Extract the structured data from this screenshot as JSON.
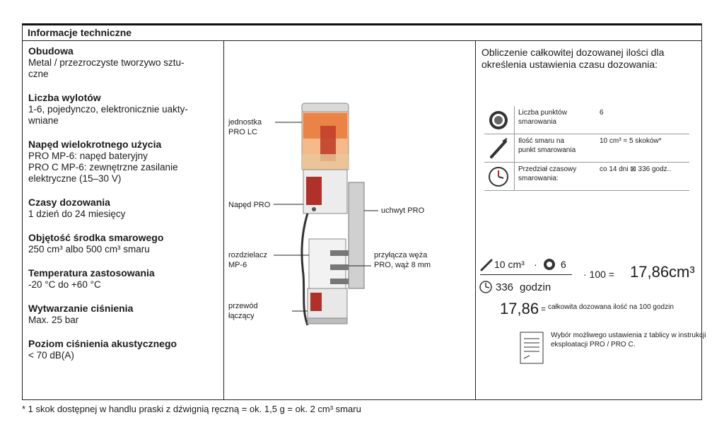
{
  "header": {
    "title": "Informacje techniczne"
  },
  "specs": [
    {
      "title": "Obudowa",
      "value": "Metal / przezroczyste tworzywo sztu-\nczne"
    },
    {
      "title": "Liczba wylotów",
      "value": "1-6, pojedynczo, elektronicznie uakty-\nwniane"
    },
    {
      "title": "Napęd wielokrotnego użycia",
      "value": "PRO MP-6: napęd bateryjny\nPRO C MP-6:  zewnętrzne zasilanie\nelektryczne (15–30 V)"
    },
    {
      "title": "Czasy dozowania",
      "value": "1 dzień do 24 miesięcy"
    },
    {
      "title": "Objętość środka smarowego",
      "value": "250 cm³ albo 500 cm³ smaru"
    },
    {
      "title": "Temperatura zastosowania",
      "value": "-20 °C do +60 °C"
    },
    {
      "title": "Wytwarzanie ciśnienia",
      "value": "Max. 25 bar"
    },
    {
      "title": "Poziom ciśnienia akustycznego",
      "value": " < 70 dB(A)"
    }
  ],
  "diagram": {
    "labels": {
      "unit": "jednostka\nPRO LC",
      "drive": "Napęd PRO",
      "holder": "uchwyt PRO",
      "distributor": "rozdzielacz\nMP-6",
      "connectors": "przyłącza węża\nPRO, wąż 8 mm",
      "cable": "przewód\nłączący"
    }
  },
  "calculation": {
    "title": "Obliczenie całkowitej dozowanej ilości dla\nokreślenia ustawienia czasu dozowania:",
    "rows": [
      {
        "icon": "gear-ring-icon",
        "key": "Liczba punktów\nsmarowania",
        "value": "6"
      },
      {
        "icon": "grease-gun-icon",
        "key": "Ilość smaru na\npunkt smarowania",
        "value": "10 cm³ = 5 skoków*"
      },
      {
        "icon": "clock-icon",
        "key": "Przedział czasowy\nsmarowania:",
        "value": "co 14 dni ⊠ 336 godz.."
      }
    ],
    "formula": {
      "numerator_volume": "10 cm³",
      "dot": "·",
      "numerator_points": "6",
      "denominator": "336",
      "denominator_unit": "godzin",
      "multiplier": "· 100 =",
      "result": "17,86cm³"
    },
    "result_line": {
      "value": "17,86",
      "eq": "=",
      "text": "całkowita dozowana ilość na 100 godzin"
    },
    "note": "Wybór możliwego ustawienia z tablicy w instrukcji eksploatacji PRO / PRO C."
  },
  "footnote": "* 1 skok dostępnej w handlu praski z dźwignią ręczną = ok. 1,5 g = ok. 2 cm³ smaru"
}
